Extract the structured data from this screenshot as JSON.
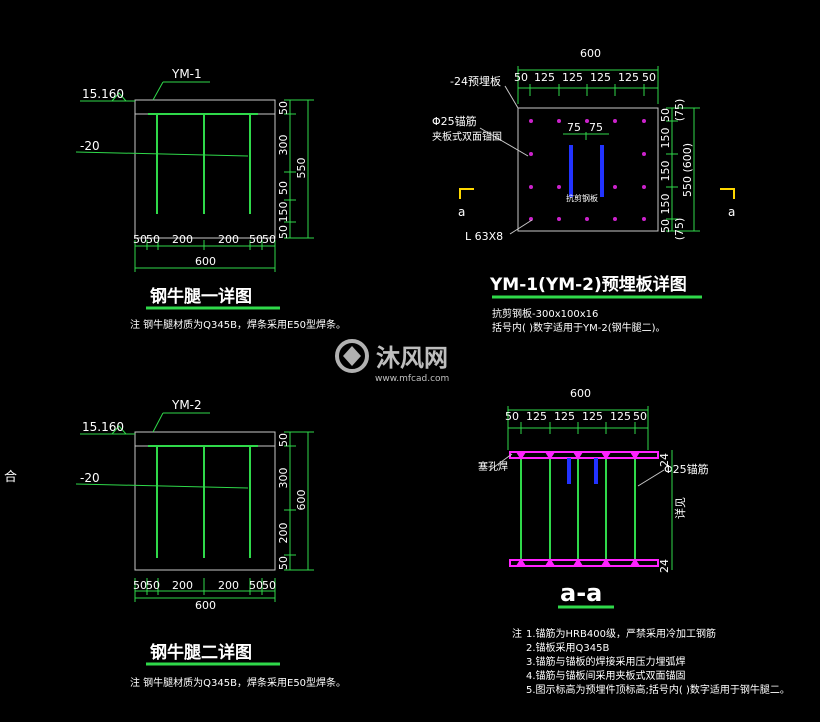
{
  "colors": {
    "background": "#000000",
    "green": "#2fd94a",
    "white": "#ffffff",
    "gray": "#c8c8c8",
    "magenta": "#ff22ff",
    "blue": "#2233ff",
    "yellow": "#ffd800"
  },
  "leg1": {
    "mark": "YM-1",
    "elev": "15.160",
    "plate": "-20",
    "vdims": [
      "50",
      "300",
      "550",
      "50",
      "150",
      "50"
    ],
    "hdims": [
      "50",
      "50",
      "200",
      "200",
      "50",
      "50"
    ],
    "total": "600",
    "title": "钢牛腿一详图",
    "note": "注 钢牛腿材质为Q345B，焊条采用E50型焊条。"
  },
  "leg2": {
    "mark": "YM-2",
    "elev": "15.160",
    "plate": "-20",
    "vdims": [
      "50",
      "300",
      "600",
      "200",
      "50"
    ],
    "hdims": [
      "50",
      "50",
      "200",
      "200",
      "50",
      "50"
    ],
    "total": "600",
    "title": "钢牛腿二详图",
    "note": "注 钢牛腿材质为Q345B，焊条采用E50型焊条。"
  },
  "plate": {
    "top_total": "600",
    "top_dims": [
      "50",
      "125",
      "125",
      "125",
      "125",
      "50"
    ],
    "label_plate": "-24预埋板",
    "label_anchor": "Φ25锚筋",
    "label_anchor2": "夹板式双面锚固",
    "inner_dims": [
      "75",
      "75"
    ],
    "shear_label": "抗剪钢板",
    "angle": "L 63X8",
    "right_dims": [
      "50",
      "150",
      "150",
      "550 (600)",
      "150",
      "50"
    ],
    "right_paren": [
      "(75)",
      "(75)"
    ],
    "sec_left": "a",
    "sec_right": "a",
    "title": "YM-1(YM-2)预埋板详图",
    "note1": "抗剪钢板-300x100x16",
    "note2": "括号内( )数字适用于YM-2(钢牛腿二)。"
  },
  "section": {
    "top_total": "600",
    "top_dims": [
      "50",
      "125",
      "125",
      "125",
      "125",
      "50"
    ],
    "weld": "塞孔焊",
    "anchor": "Φ25锚筋",
    "right_dims": [
      "24",
      "24"
    ],
    "right_label": "详见",
    "title": "a-a"
  },
  "notes": {
    "prefix": "注",
    "lines": [
      "1.锚筋为HRB400级，严禁采用冷加工钢筋",
      "2.锚板采用Q345B",
      "3.锚筋与锚板的焊接采用压力埋弧焊",
      "4.锚筋与锚板间采用夹板式双面锚固",
      "5.图示标高为预埋件顶标高;括号内( )数字适用于钢牛腿二。"
    ]
  },
  "watermark": {
    "brand": "沐风网",
    "url": "www.mfcad.com"
  },
  "edge_char": "合"
}
